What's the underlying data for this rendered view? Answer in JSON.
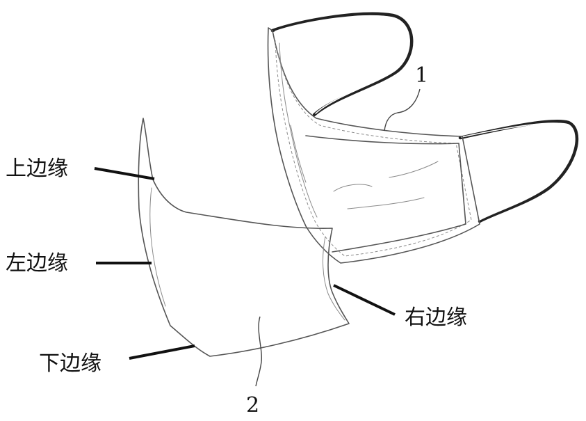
{
  "labels": {
    "top_edge": "上边缘",
    "left_edge": "左边缘",
    "bottom_edge": "下边缘",
    "right_edge": "右边缘"
  },
  "reference_numbers": {
    "mask": "1",
    "cover_layer": "2"
  }
}
